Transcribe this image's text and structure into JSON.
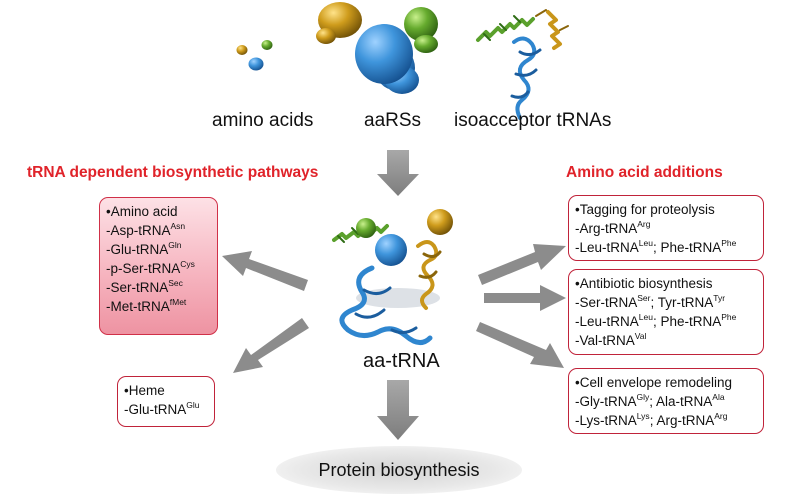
{
  "inputs": {
    "amino_acids": "amino acids",
    "aaRSs": "aaRSs",
    "isoacceptor_tRNAs": "isoacceptor tRNAs"
  },
  "center": {
    "label": "aa-tRNA"
  },
  "left_heading": "tRNA dependent biosynthetic pathways",
  "right_heading": "Amino acid additions",
  "left_boxes": {
    "amino_acid": {
      "title": "•Amino acid",
      "rows": [
        {
          "main": "-Asp-tRNA",
          "sup": "Asn"
        },
        {
          "main": "-Glu-tRNA",
          "sup": "Gln"
        },
        {
          "main": "-p-Ser-tRNA",
          "sup": "Cys"
        },
        {
          "main": "-Ser-tRNA",
          "sup": "Sec"
        },
        {
          "main": "-Met-tRNA",
          "sup": "fMet"
        }
      ]
    },
    "heme": {
      "title": "•Heme",
      "rows": [
        {
          "main": "-Glu-tRNA",
          "sup": "Glu"
        }
      ]
    }
  },
  "right_boxes": {
    "proteolysis": {
      "title": "•Tagging for proteolysis",
      "rows": [
        [
          {
            "main": "-Arg-tRNA",
            "sup": "Arg"
          }
        ],
        [
          {
            "main": "-Leu-tRNA",
            "sup": "Leu"
          },
          {
            "main": "; Phe-tRNA",
            "sup": "Phe"
          }
        ]
      ]
    },
    "antibiotic": {
      "title": "•Antibiotic biosynthesis",
      "rows": [
        [
          {
            "main": "-Ser-tRNA",
            "sup": "Ser"
          },
          {
            "main": "; Tyr-tRNA",
            "sup": "Tyr"
          }
        ],
        [
          {
            "main": "-Leu-tRNA",
            "sup": "Leu"
          },
          {
            "main": "; Phe-tRNA",
            "sup": "Phe"
          }
        ],
        [
          {
            "main": "-Val-tRNA",
            "sup": "Val"
          }
        ]
      ]
    },
    "envelope": {
      "title": "•Cell envelope remodeling",
      "rows": [
        [
          {
            "main": "-Gly-tRNA",
            "sup": "Gly"
          },
          {
            "main": "; Ala-tRNA",
            "sup": "Ala"
          }
        ],
        [
          {
            "main": "-Lys-tRNA",
            "sup": "Lys"
          },
          {
            "main": "; Arg-tRNA",
            "sup": "Arg"
          }
        ]
      ]
    }
  },
  "output": "Protein biosynthesis",
  "colors": {
    "blue": "#2f86cf",
    "green": "#5aa02c",
    "gold": "#c9961a",
    "arrow": "#8c8c8c",
    "heading_red": "#e0232a",
    "box_border": "#c0233a"
  }
}
